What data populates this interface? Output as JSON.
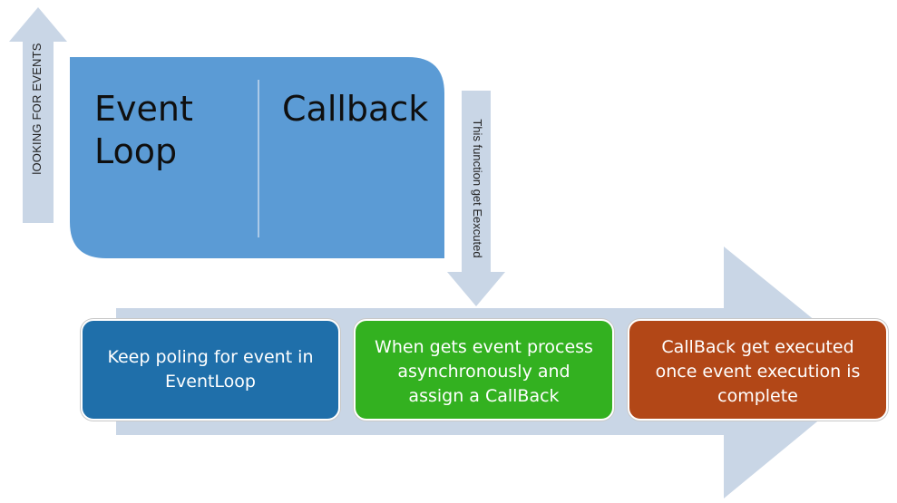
{
  "diagram": {
    "top_box": {
      "left_label": "Event\nLoop",
      "right_label": "Callback",
      "color": "#5b9bd5"
    },
    "up_arrow_label": "lOOKING FOR EVENTS",
    "down_arrow_label": "This function get Eexcuted",
    "steps": [
      {
        "text": "Keep poling for event in EventLoop",
        "color": "#1f6faa"
      },
      {
        "text": "When gets event process asynchronously and assign a CallBack",
        "color": "#33b120"
      },
      {
        "text": "CallBack get executed once event execution is complete",
        "color": "#b24717"
      }
    ],
    "arrow_color": "#c9d6e6"
  }
}
